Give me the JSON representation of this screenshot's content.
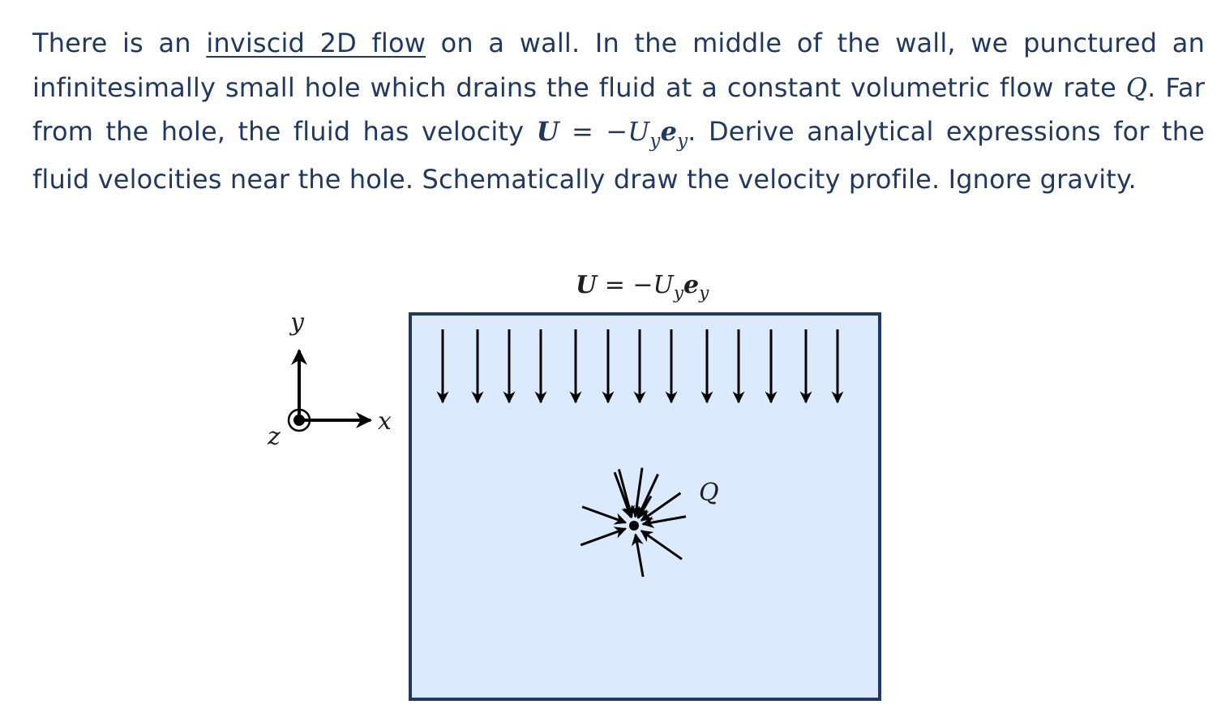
{
  "problem": {
    "p1": "There is an ",
    "underlined": "inviscid 2D flow",
    "p2": " on a wall. In the middle of the wall, we punctured an infinitesimally small hole which drains the fluid at a constant volumetric flow rate ",
    "flow_rate_symbol": "Q",
    "p3": ". Far from the hole, the fluid has velocity ",
    "p4": ". Derive analytical expressions for the fluid velocities near the hole. Schematically draw the velocity profile. Ignore gravity."
  },
  "velocity_expr": {
    "U": "U",
    "equals": " = −",
    "Uy_base": "U",
    "Uy_sub": "y",
    "e_base": "e",
    "e_sub": "y"
  },
  "figure": {
    "axis_x": "x",
    "axis_y": "y",
    "axis_z": "z",
    "hole_label": "Q",
    "colors": {
      "fill": "#dbeafe",
      "border": "#1f3864",
      "text": "#1f3864",
      "arrows": "#000000"
    }
  }
}
